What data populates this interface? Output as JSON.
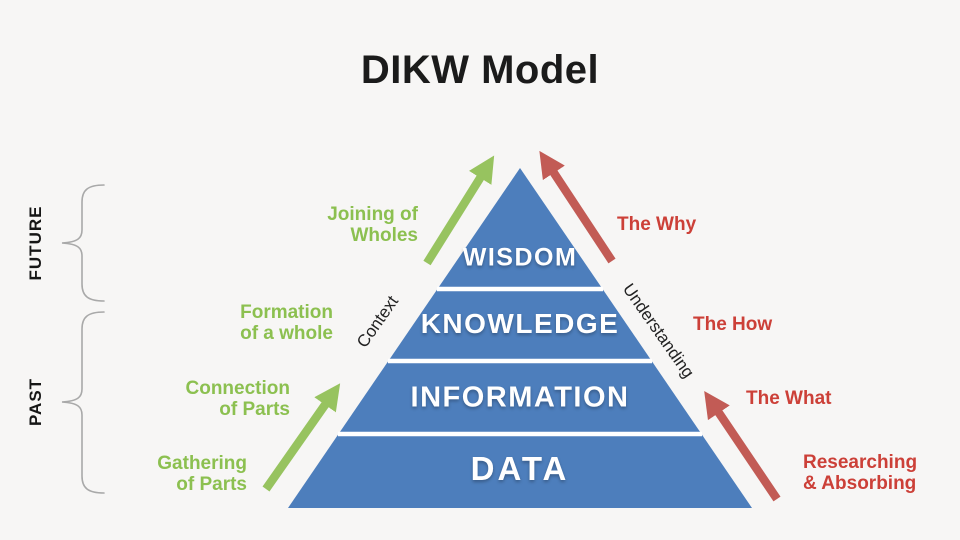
{
  "title": "DIKW Model",
  "timeline": {
    "future_label": "FUTURE",
    "past_label": "PAST"
  },
  "pyramid": {
    "levels": [
      {
        "label": "WISDOM"
      },
      {
        "label": "KNOWLEDGE"
      },
      {
        "label": "INFORMATION"
      },
      {
        "label": "DATA"
      }
    ],
    "left_edge_label": "Context",
    "right_edge_label": "Understanding"
  },
  "left_annotations": [
    {
      "text": "Joining of\nWholes"
    },
    {
      "text": "Formation\nof a whole"
    },
    {
      "text": "Connection\nof Parts"
    },
    {
      "text": "Gathering\nof Parts"
    }
  ],
  "right_annotations": [
    {
      "text": "The Why"
    },
    {
      "text": "The How"
    },
    {
      "text": "The What"
    },
    {
      "text": "Researching\n& Absorbing"
    }
  ],
  "icons": {
    "up_arrow_left_lower": "green-up-arrow",
    "up_arrow_left_upper": "green-up-arrow",
    "up_arrow_right_lower": "red-up-arrow",
    "up_arrow_right_upper": "red-up-arrow",
    "future_brace": "curly-brace",
    "past_brace": "curly-brace"
  },
  "colors": {
    "background": "#f7f6f5",
    "pyramid_blue": "#4d7ebc",
    "divider_white": "#ffffff",
    "annotation_green": "#8cc050",
    "annotation_red": "#cc4038",
    "arrow_green": "#97c35f",
    "arrow_red": "#c25b55",
    "brace_gray": "#a9a9a9",
    "title_black": "#1b1b1b"
  }
}
